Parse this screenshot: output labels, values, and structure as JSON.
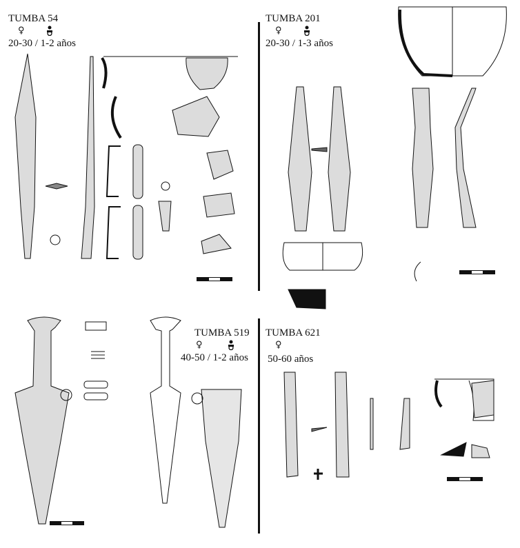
{
  "plate": {
    "groups": [
      {
        "title": "TUMBA 54",
        "sex_symbol": "♀",
        "child_symbol": "♿",
        "ages": "20-30 / 1-2 años"
      },
      {
        "title": "TUMBA 201",
        "sex_symbol": "♀",
        "child_symbol": "♿",
        "ages": "20-30 / 1-3 años"
      },
      {
        "title": "TUMBA 519",
        "sex_symbol": "♀",
        "child_symbol": "♿",
        "ages": "40-50 / 1-2 años"
      },
      {
        "title": "TUMBA 621",
        "sex_symbol": "♀",
        "ages": "50-60 años"
      }
    ],
    "colors": {
      "ink": "#111111",
      "stipple": "#d8d8d8"
    }
  }
}
